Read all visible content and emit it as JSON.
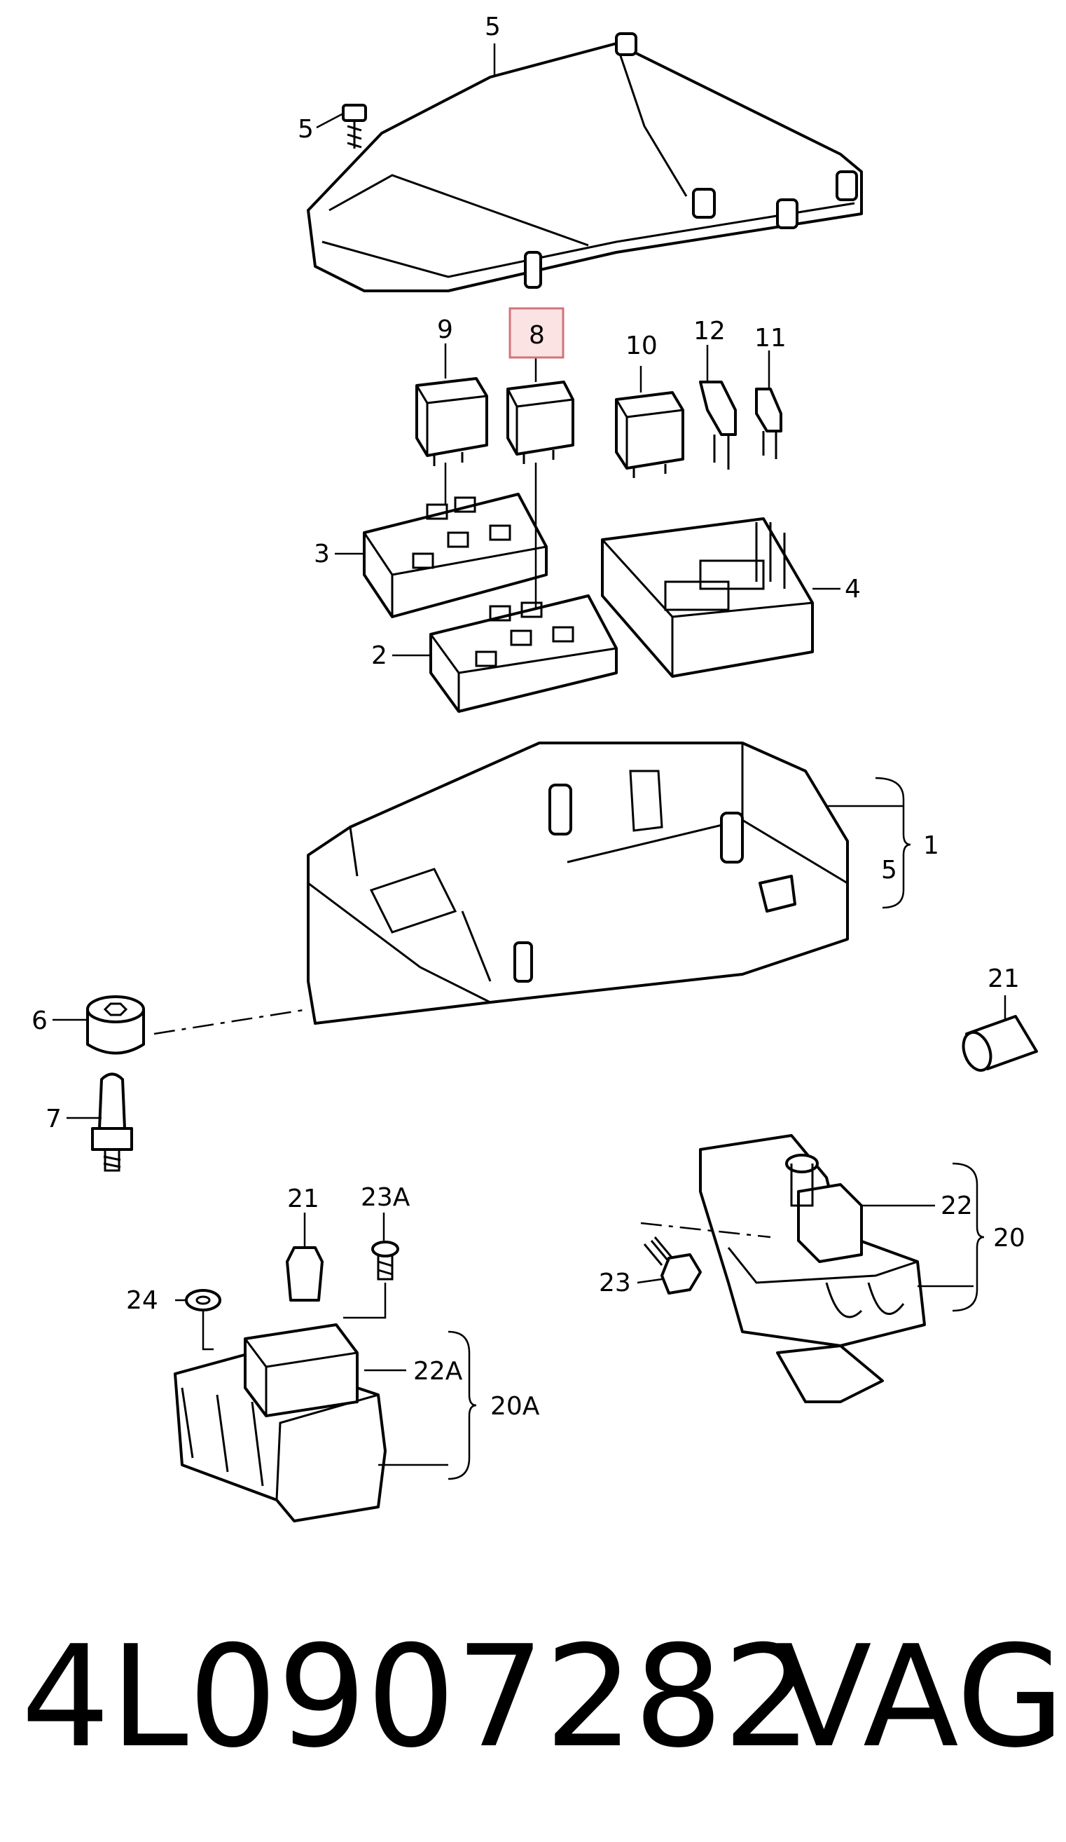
{
  "labels": {
    "cover": "5",
    "cover_screw": "5",
    "relay_9": "9",
    "relay_8": "8",
    "relay_10": "10",
    "fuse_12": "12",
    "fuse_11": "11",
    "carrier_3": "3",
    "carrier_4": "4",
    "carrier_2": "2",
    "housing_1": "1",
    "housing_5": "5",
    "grommet_6": "6",
    "stud_7": "7",
    "cap_21": "21",
    "nut_21": "21",
    "screw_23a": "23A",
    "nut_24": "24",
    "relay_22a": "22A",
    "bracket_20a": "20A",
    "relay_22": "22",
    "bracket_20": "20",
    "screw_23": "23"
  },
  "highlighted_label": "8",
  "highlight_color": "#fbe3e4",
  "highlight_border": "#d2747a",
  "footer": {
    "part_number": "4L0907282",
    "brand": "VAG"
  }
}
